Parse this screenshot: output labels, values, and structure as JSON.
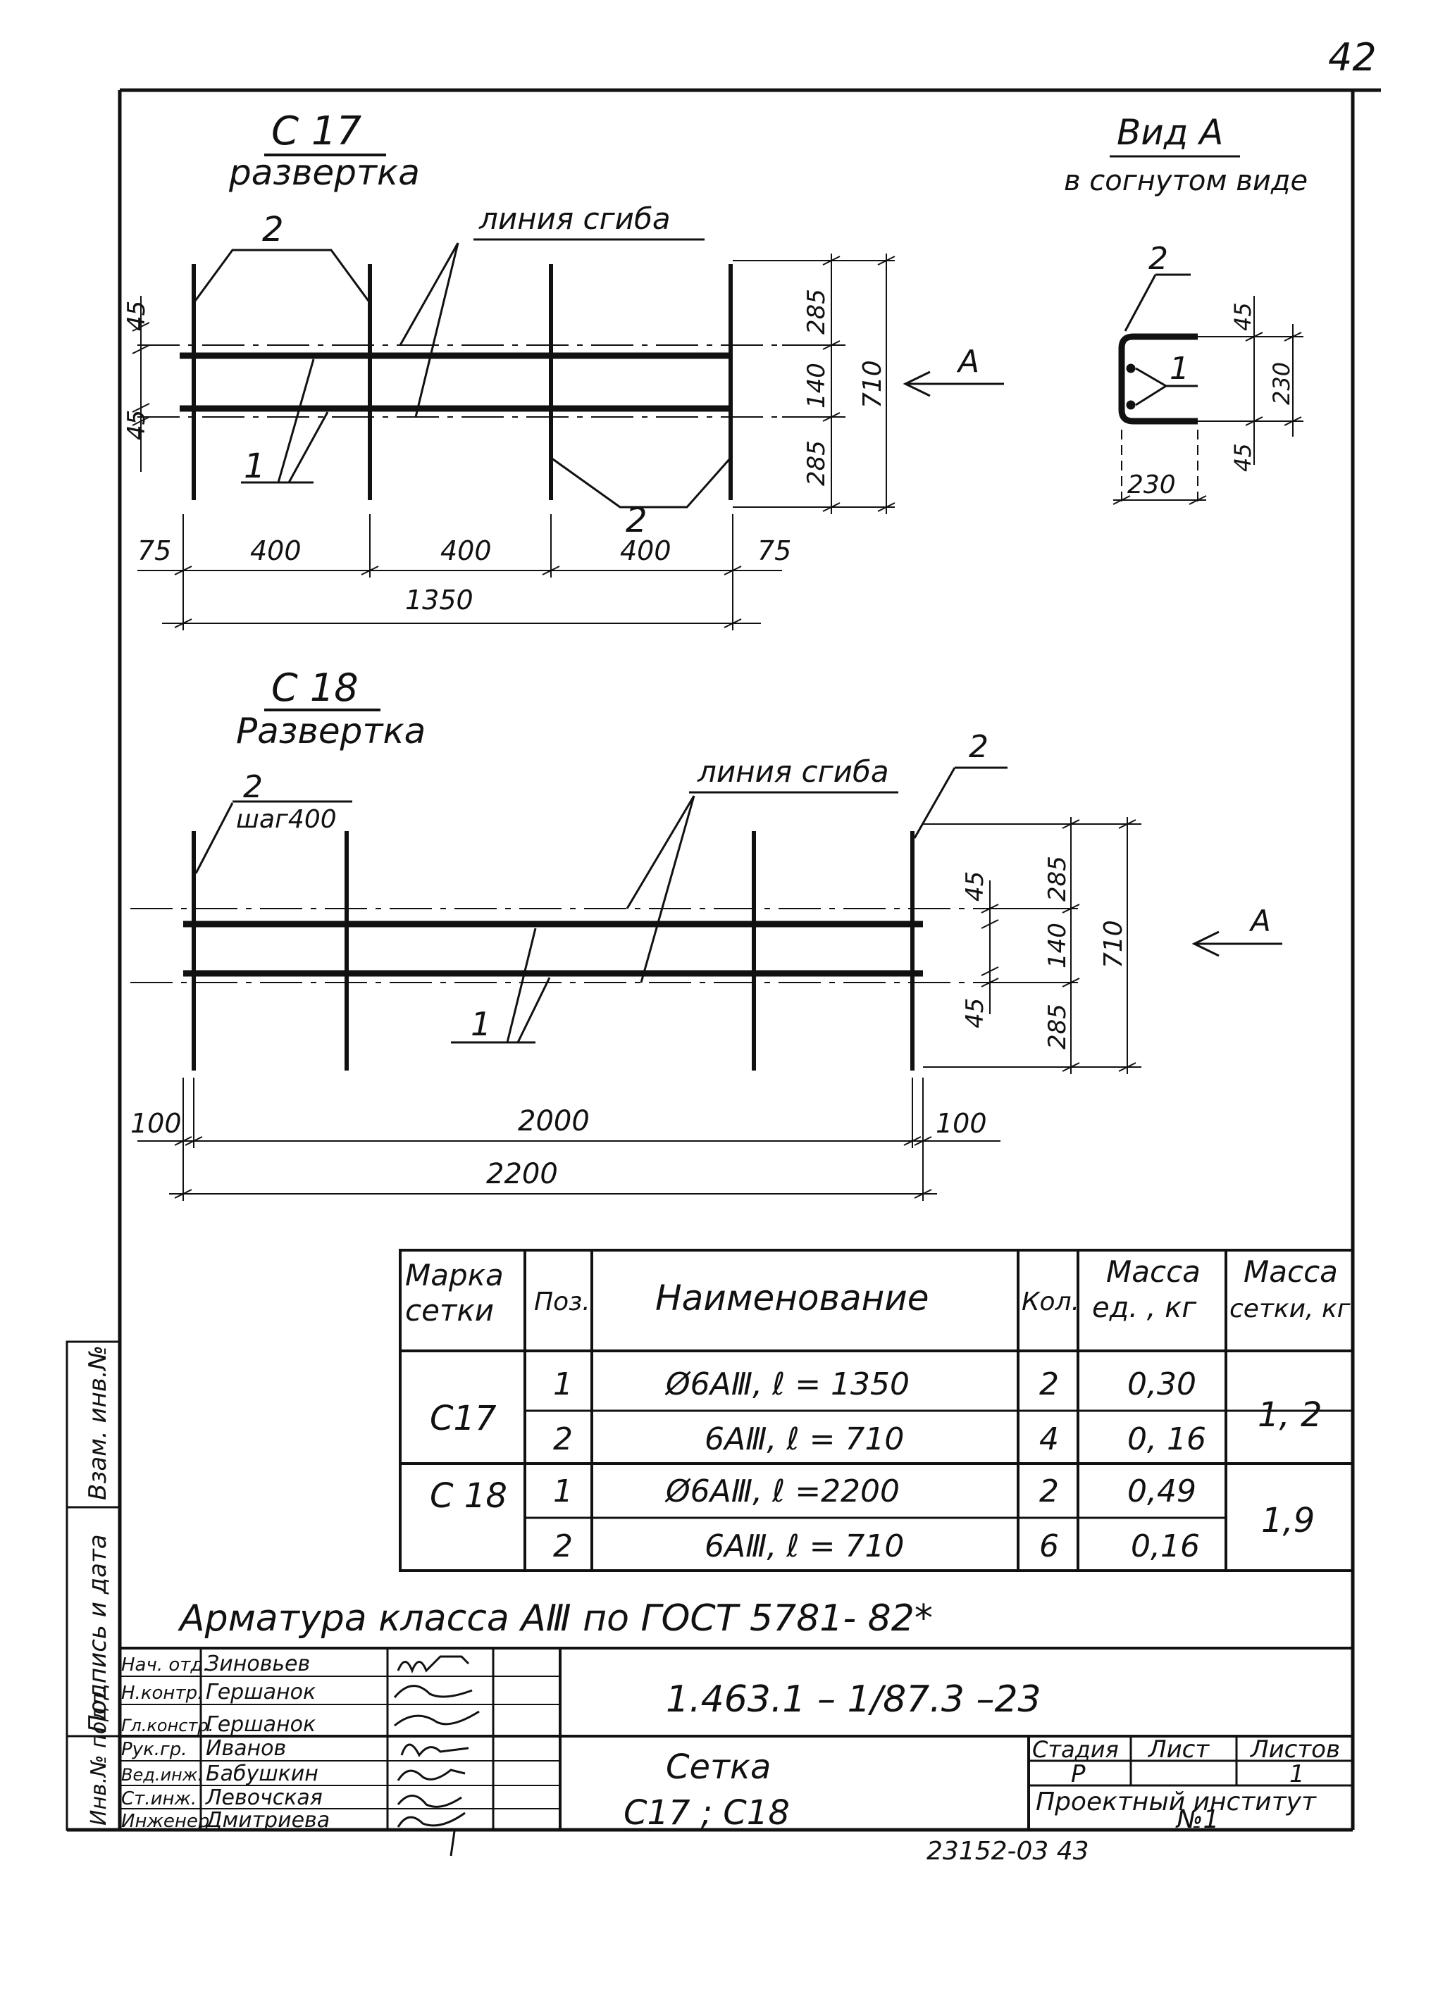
{
  "page_number": "42",
  "c17": {
    "title": "С 17",
    "subtitle": "развертка",
    "fold_line_label": "линия сгиба",
    "pos1": "1",
    "pos2a": "2",
    "pos2b": "2",
    "dims": {
      "d45a": "45",
      "d45b": "45",
      "d285a": "285",
      "d140": "140",
      "d285b": "285",
      "d710": "710",
      "d75a": "75",
      "d400a": "400",
      "d400b": "400",
      "d400c": "400",
      "d75b": "75",
      "d1350": "1350"
    },
    "arrow_label": "А"
  },
  "view_a": {
    "title": "Вид А",
    "subtitle": "в согнутом виде",
    "pos2": "2",
    "pos1": "1",
    "dims": {
      "d45a": "45",
      "d230v": "230",
      "d45b": "45",
      "d230h": "230"
    }
  },
  "c18": {
    "title": "С 18",
    "subtitle": "Развертка",
    "pos2_left": "2",
    "step_label": "шаг400",
    "pos2_right": "2",
    "fold_line_label": "линия сгиба",
    "pos1": "1",
    "dims": {
      "d45a": "45",
      "d285a": "285",
      "d140": "140",
      "d710": "710",
      "d45b": "45",
      "d285b": "285",
      "d100a": "100",
      "d2000": "2000",
      "d100b": "100",
      "d2200": "2200"
    },
    "arrow_label": "А"
  },
  "table": {
    "headers": [
      "Марка сетки",
      "Поз.",
      "Наименование",
      "Кол.",
      "Масса ед. , кг",
      "Масса сетки, кг"
    ],
    "header_lines": {
      "mark": [
        "Марка",
        "сетки"
      ],
      "pos": "Поз.",
      "name": "Наименование",
      "qty": "Кол.",
      "mass_unit": [
        "Масса",
        "ед. , кг"
      ],
      "mass_total": [
        "Масса",
        "сетки, кг"
      ]
    },
    "rows": [
      {
        "mark": "С17",
        "pos": "1",
        "name": "Ø6АⅢ,  ℓ = 1350",
        "qty": "2",
        "mass_unit": "0,30",
        "mass_total": "1, 2"
      },
      {
        "mark": "",
        "pos": "2",
        "name": "6АⅢ,  ℓ = 710",
        "qty": "4",
        "mass_unit": "0, 16",
        "mass_total": ""
      },
      {
        "mark": "С 18",
        "pos": "1",
        "name": "Ø6АⅢ,  ℓ =2200",
        "qty": "2",
        "mass_unit": "0,49",
        "mass_total": "1,9"
      },
      {
        "mark": "",
        "pos": "2",
        "name": "6АⅢ,  ℓ = 710",
        "qty": "6",
        "mass_unit": "0,16",
        "mass_total": ""
      }
    ]
  },
  "note": "Арматура  класса  АⅢ по ГОСТ 5781- 82*",
  "stamp": {
    "doc_code": "1.463.1  –  1/87.3 –23",
    "roles": [
      "Нач. отд.",
      "Н.контр.",
      "Гл.констр.",
      "Рук.гр.",
      "Вед.инж.",
      "Ст.инж.",
      "Инженер"
    ],
    "names": [
      "Зиновьев",
      "Гершанок",
      "Гершанок",
      "Иванов",
      "Бабушкин",
      "Левочская",
      "Дмитриева"
    ],
    "title_line1": "Сетка",
    "title_line2": "С17 ; С18",
    "stage_header": "Стадия",
    "sheet_header": "Лист",
    "sheets_header": "Листов",
    "stage_value": "Р",
    "sheet_value": "",
    "sheets_value": "1",
    "org_line1": "Проектный институт",
    "org_line2": "№1"
  },
  "side_labels": [
    "Взам. инв.№",
    "Подпись и дата",
    "Инв.№ подл."
  ],
  "bottom_code": "23152-03   43"
}
